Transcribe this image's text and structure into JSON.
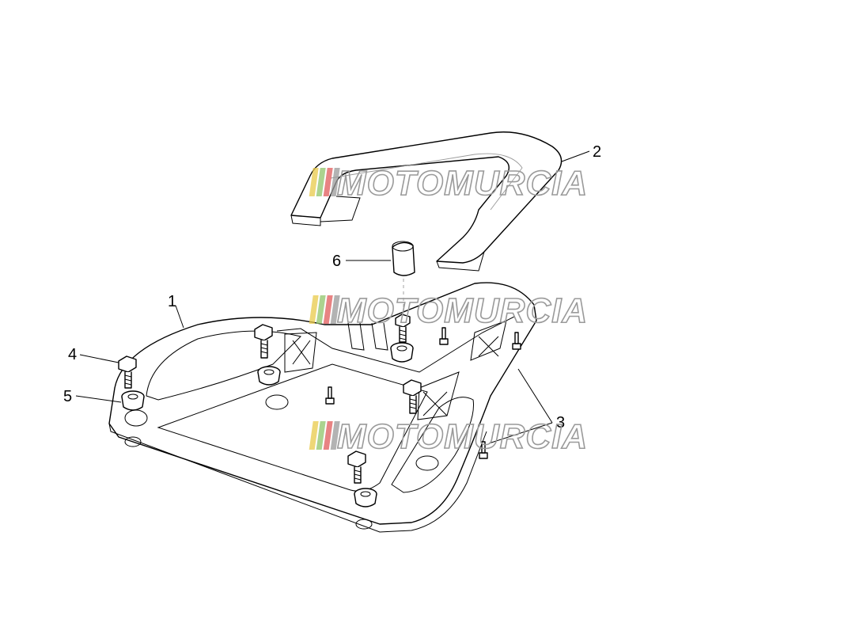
{
  "callouts": [
    {
      "id": "1",
      "label": "1"
    },
    {
      "id": "2",
      "label": "2"
    },
    {
      "id": "3",
      "label": "3"
    },
    {
      "id": "4",
      "label": "4"
    },
    {
      "id": "5",
      "label": "5"
    },
    {
      "id": "6",
      "label": "6"
    }
  ],
  "watermark": {
    "text": "MOTOMURCIA",
    "stripe_colors": [
      "#e8c94a",
      "#8fc46a",
      "#e05a5a",
      "#9a9a9a"
    ]
  }
}
